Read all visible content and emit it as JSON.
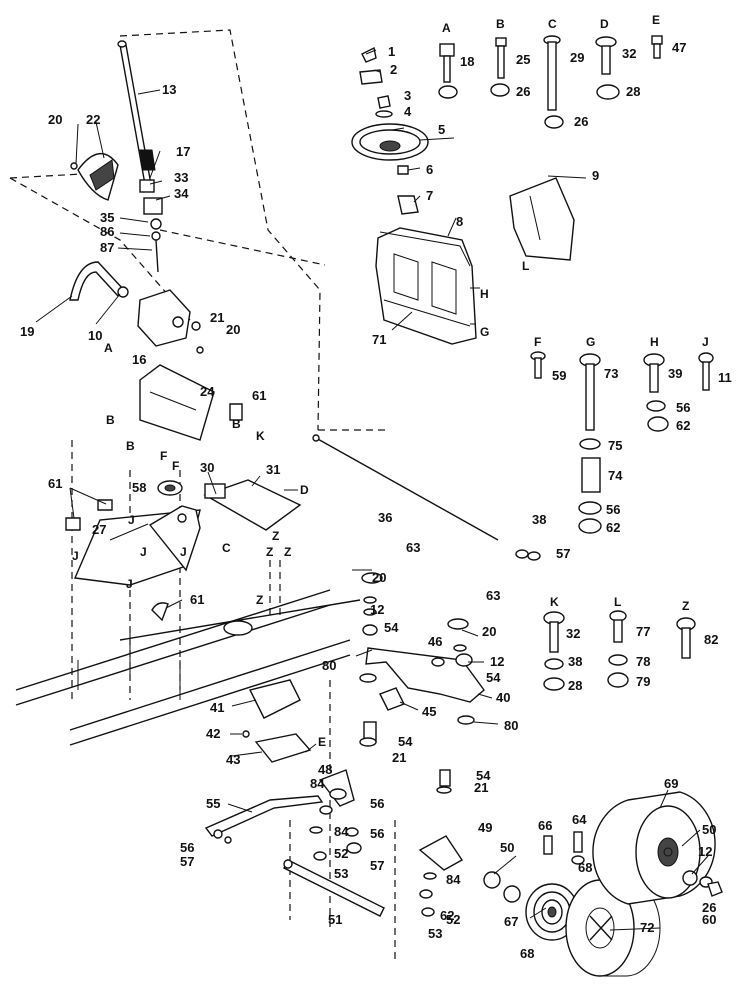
{
  "diagram": {
    "callouts": [
      {
        "id": "c1",
        "text": "1"
      },
      {
        "id": "c2",
        "text": "2"
      },
      {
        "id": "c3",
        "text": "3"
      },
      {
        "id": "c4",
        "text": "4"
      },
      {
        "id": "c5",
        "text": "5"
      },
      {
        "id": "c6",
        "text": "6"
      },
      {
        "id": "c7",
        "text": "7"
      },
      {
        "id": "c8",
        "text": "8"
      },
      {
        "id": "c9",
        "text": "9"
      },
      {
        "id": "c10",
        "text": "10"
      },
      {
        "id": "c11",
        "text": "11"
      },
      {
        "id": "c12a",
        "text": "12"
      },
      {
        "id": "c12b",
        "text": "12"
      },
      {
        "id": "c12c",
        "text": "12"
      },
      {
        "id": "c13",
        "text": "13"
      },
      {
        "id": "c16",
        "text": "16"
      },
      {
        "id": "c17",
        "text": "17"
      },
      {
        "id": "c18",
        "text": "18"
      },
      {
        "id": "c19",
        "text": "19"
      },
      {
        "id": "c20a",
        "text": "20"
      },
      {
        "id": "c20b",
        "text": "20"
      },
      {
        "id": "c20c",
        "text": "20"
      },
      {
        "id": "c20d",
        "text": "20"
      },
      {
        "id": "c21a",
        "text": "21"
      },
      {
        "id": "c21b",
        "text": "21"
      },
      {
        "id": "c21c",
        "text": "21"
      },
      {
        "id": "c22",
        "text": "22"
      },
      {
        "id": "c24",
        "text": "24"
      },
      {
        "id": "c25",
        "text": "25"
      },
      {
        "id": "c26a",
        "text": "26"
      },
      {
        "id": "c26b",
        "text": "26"
      },
      {
        "id": "c26c",
        "text": "26"
      },
      {
        "id": "c27",
        "text": "27"
      },
      {
        "id": "c28a",
        "text": "28"
      },
      {
        "id": "c28b",
        "text": "28"
      },
      {
        "id": "c29",
        "text": "29"
      },
      {
        "id": "c30",
        "text": "30"
      },
      {
        "id": "c31",
        "text": "31"
      },
      {
        "id": "c32a",
        "text": "32"
      },
      {
        "id": "c32b",
        "text": "32"
      },
      {
        "id": "c33",
        "text": "33"
      },
      {
        "id": "c34",
        "text": "34"
      },
      {
        "id": "c35",
        "text": "35"
      },
      {
        "id": "c36",
        "text": "36"
      },
      {
        "id": "c38a",
        "text": "38"
      },
      {
        "id": "c38b",
        "text": "38"
      },
      {
        "id": "c39",
        "text": "39"
      },
      {
        "id": "c40",
        "text": "40"
      },
      {
        "id": "c41",
        "text": "41"
      },
      {
        "id": "c42",
        "text": "42"
      },
      {
        "id": "c43",
        "text": "43"
      },
      {
        "id": "c45",
        "text": "45"
      },
      {
        "id": "c46",
        "text": "46"
      },
      {
        "id": "c47",
        "text": "47"
      },
      {
        "id": "c48",
        "text": "48"
      },
      {
        "id": "c49",
        "text": "49"
      },
      {
        "id": "c50a",
        "text": "50"
      },
      {
        "id": "c50b",
        "text": "50"
      },
      {
        "id": "c51",
        "text": "51"
      },
      {
        "id": "c52a",
        "text": "52"
      },
      {
        "id": "c52b",
        "text": "52"
      },
      {
        "id": "c53a",
        "text": "53"
      },
      {
        "id": "c53b",
        "text": "53"
      },
      {
        "id": "c54a",
        "text": "54"
      },
      {
        "id": "c54b",
        "text": "54"
      },
      {
        "id": "c54c",
        "text": "54"
      },
      {
        "id": "c54d",
        "text": "54"
      },
      {
        "id": "c55",
        "text": "55"
      },
      {
        "id": "c56a",
        "text": "56"
      },
      {
        "id": "c56b",
        "text": "56"
      },
      {
        "id": "c56c",
        "text": "56"
      },
      {
        "id": "c56d",
        "text": "56"
      },
      {
        "id": "c56e",
        "text": "56"
      },
      {
        "id": "c57a",
        "text": "57"
      },
      {
        "id": "c57b",
        "text": "57"
      },
      {
        "id": "c57c",
        "text": "57"
      },
      {
        "id": "c58",
        "text": "58"
      },
      {
        "id": "c59",
        "text": "59"
      },
      {
        "id": "c60",
        "text": "60"
      },
      {
        "id": "c61a",
        "text": "61"
      },
      {
        "id": "c61b",
        "text": "61"
      },
      {
        "id": "c61c",
        "text": "61"
      },
      {
        "id": "c62a",
        "text": "62"
      },
      {
        "id": "c62b",
        "text": "62"
      },
      {
        "id": "c62c",
        "text": "62"
      },
      {
        "id": "c63a",
        "text": "63"
      },
      {
        "id": "c63b",
        "text": "63"
      },
      {
        "id": "c64",
        "text": "64"
      },
      {
        "id": "c66",
        "text": "66"
      },
      {
        "id": "c67",
        "text": "67"
      },
      {
        "id": "c68a",
        "text": "68"
      },
      {
        "id": "c68b",
        "text": "68"
      },
      {
        "id": "c69",
        "text": "69"
      },
      {
        "id": "c71",
        "text": "71"
      },
      {
        "id": "c72",
        "text": "72"
      },
      {
        "id": "c73",
        "text": "73"
      },
      {
        "id": "c74",
        "text": "74"
      },
      {
        "id": "c75",
        "text": "75"
      },
      {
        "id": "c77",
        "text": "77"
      },
      {
        "id": "c78",
        "text": "78"
      },
      {
        "id": "c79",
        "text": "79"
      },
      {
        "id": "c80a",
        "text": "80"
      },
      {
        "id": "c80b",
        "text": "80"
      },
      {
        "id": "c82",
        "text": "82"
      },
      {
        "id": "c84a",
        "text": "84"
      },
      {
        "id": "c84b",
        "text": "84"
      },
      {
        "id": "c84c",
        "text": "84"
      },
      {
        "id": "c86",
        "text": "86"
      },
      {
        "id": "c87",
        "text": "87"
      }
    ],
    "letter_labels": [
      {
        "id": "lA",
        "text": "A"
      },
      {
        "id": "lB",
        "text": "B"
      },
      {
        "id": "lC",
        "text": "C"
      },
      {
        "id": "lD",
        "text": "D"
      },
      {
        "id": "lE",
        "text": "E"
      },
      {
        "id": "lF",
        "text": "F"
      },
      {
        "id": "lG",
        "text": "G"
      },
      {
        "id": "lH",
        "text": "H"
      },
      {
        "id": "lJ",
        "text": "J"
      },
      {
        "id": "lK",
        "text": "K"
      },
      {
        "id": "lL",
        "text": "L"
      },
      {
        "id": "lZ",
        "text": "Z"
      },
      {
        "id": "rA",
        "text": "A"
      },
      {
        "id": "rB1",
        "text": "B"
      },
      {
        "id": "rB2",
        "text": "B"
      },
      {
        "id": "rB3",
        "text": "B"
      },
      {
        "id": "rC",
        "text": "C"
      },
      {
        "id": "rD",
        "text": "D"
      },
      {
        "id": "rE",
        "text": "E"
      },
      {
        "id": "rF1",
        "text": "F"
      },
      {
        "id": "rF2",
        "text": "F"
      },
      {
        "id": "rG",
        "text": "G"
      },
      {
        "id": "rH",
        "text": "H"
      },
      {
        "id": "rJ1",
        "text": "J"
      },
      {
        "id": "rJ2",
        "text": "J"
      },
      {
        "id": "rJ3",
        "text": "J"
      },
      {
        "id": "rJ4",
        "text": "J"
      },
      {
        "id": "rJ5",
        "text": "J"
      },
      {
        "id": "rK",
        "text": "K"
      },
      {
        "id": "rL",
        "text": "L"
      },
      {
        "id": "rZ1",
        "text": "Z"
      },
      {
        "id": "rZ2",
        "text": "Z"
      },
      {
        "id": "rZ3",
        "text": "Z"
      },
      {
        "id": "rZ4",
        "text": "Z"
      }
    ]
  }
}
